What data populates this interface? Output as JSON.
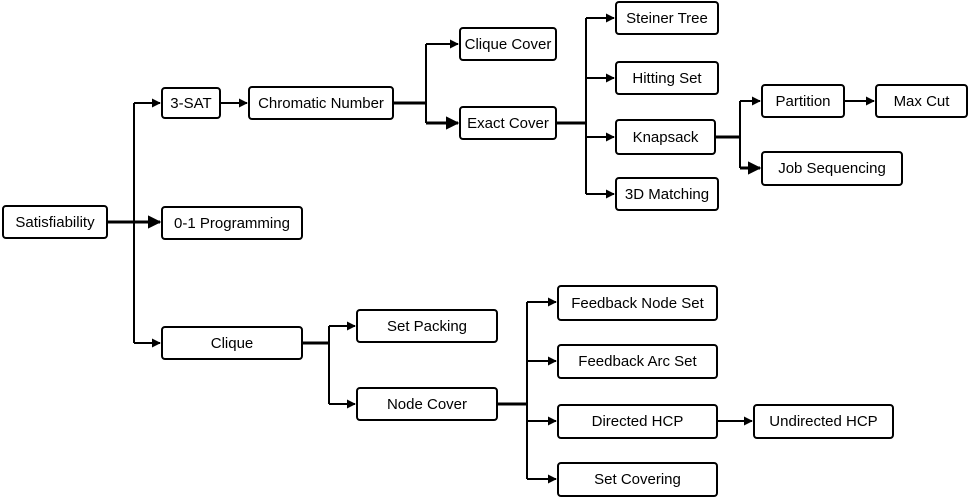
{
  "diagram": {
    "nodes": {
      "satisfiability": "Satisfiability",
      "three_sat": "3-SAT",
      "zero_one_programming": "0-1 Programming",
      "clique": "Clique",
      "chromatic_number": "Chromatic Number",
      "clique_cover": "Clique Cover",
      "exact_cover": "Exact Cover",
      "steiner_tree": "Steiner Tree",
      "hitting_set": "Hitting Set",
      "knapsack": "Knapsack",
      "three_d_matching": "3D Matching",
      "partition": "Partition",
      "max_cut": "Max Cut",
      "job_sequencing": "Job Sequencing",
      "set_packing": "Set Packing",
      "node_cover": "Node Cover",
      "feedback_node_set": "Feedback Node Set",
      "feedback_arc_set": "Feedback Arc Set",
      "directed_hcp": "Directed HCP",
      "undirected_hcp": "Undirected HCP",
      "set_covering": "Set Covering"
    },
    "colors": {
      "stroke": "#000000",
      "fill": "#ffffff",
      "text": "#000000"
    }
  }
}
